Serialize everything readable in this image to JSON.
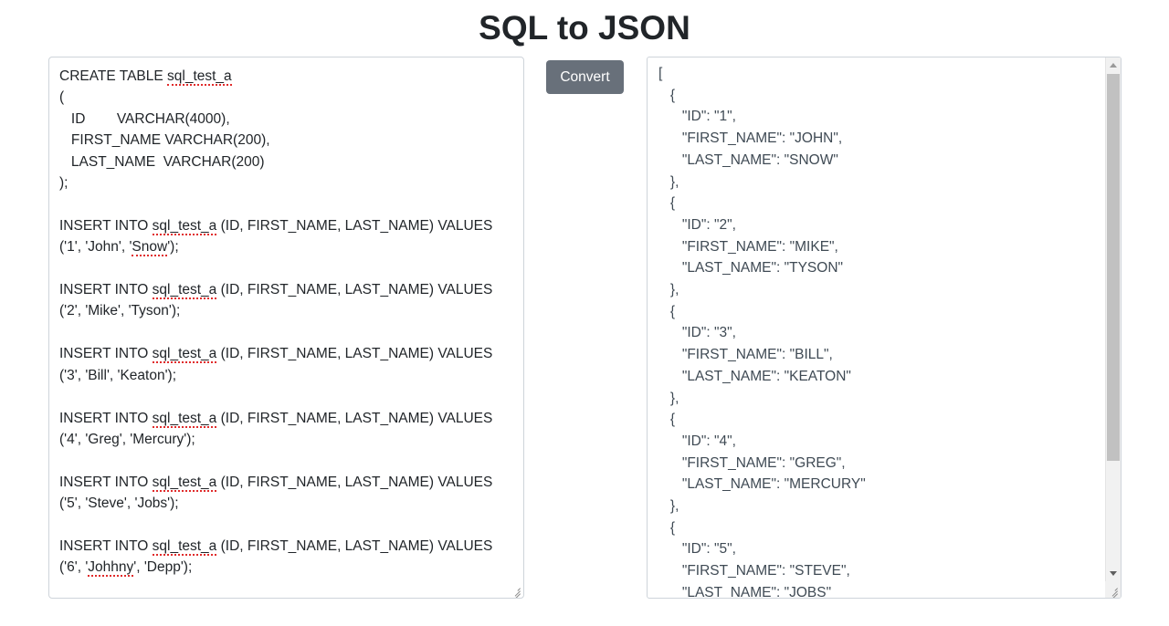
{
  "page": {
    "title": "SQL to JSON",
    "background_color": "#ffffff"
  },
  "convert_button": {
    "label": "Convert",
    "background_color": "#68707a",
    "text_color": "#ffffff"
  },
  "sql_input": {
    "name": "sql-input-textarea",
    "value": "CREATE TABLE sql_test_a\n(\n   ID        VARCHAR(4000),\n   FIRST_NAME VARCHAR(200),\n   LAST_NAME  VARCHAR(200)\n);\n\nINSERT INTO sql_test_a (ID, FIRST_NAME, LAST_NAME) VALUES ('1', 'John', 'Snow');\n\nINSERT INTO sql_test_a (ID, FIRST_NAME, LAST_NAME) VALUES ('2', 'Mike', 'Tyson');\n\nINSERT INTO sql_test_a (ID, FIRST_NAME, LAST_NAME) VALUES ('3', 'Bill', 'Keaton');\n\nINSERT INTO sql_test_a (ID, FIRST_NAME, LAST_NAME) VALUES ('4', 'Greg', 'Mercury');\n\nINSERT INTO sql_test_a (ID, FIRST_NAME, LAST_NAME) VALUES ('5', 'Steve', 'Jobs');\n\nINSERT INTO sql_test_a (ID, FIRST_NAME, LAST_NAME) VALUES ('6', 'Johhny', 'Depp');",
    "table_name": "sql_test_a",
    "columns": [
      {
        "name": "ID",
        "type": "VARCHAR(4000)"
      },
      {
        "name": "FIRST_NAME",
        "type": "VARCHAR(200)"
      },
      {
        "name": "LAST_NAME",
        "type": "VARCHAR(200)"
      }
    ],
    "rows": [
      {
        "ID": "1",
        "FIRST_NAME": "John",
        "LAST_NAME": "Snow"
      },
      {
        "ID": "2",
        "FIRST_NAME": "Mike",
        "LAST_NAME": "Tyson"
      },
      {
        "ID": "3",
        "FIRST_NAME": "Bill",
        "LAST_NAME": "Keaton"
      },
      {
        "ID": "4",
        "FIRST_NAME": "Greg",
        "LAST_NAME": "Mercury"
      },
      {
        "ID": "5",
        "FIRST_NAME": "Steve",
        "LAST_NAME": "Jobs"
      },
      {
        "ID": "6",
        "FIRST_NAME": "Johhny",
        "LAST_NAME": "Depp"
      }
    ],
    "spellcheck_underlined_words": [
      "sql_test_a",
      "Snow",
      "Johhny"
    ],
    "spellcheck_underline_color": "#e02b2b"
  },
  "json_output": {
    "name": "json-output-textarea",
    "value": "[\n   {\n      \"ID\": \"1\",\n      \"FIRST_NAME\": \"JOHN\",\n      \"LAST_NAME\": \"SNOW\"\n   },\n   {\n      \"ID\": \"2\",\n      \"FIRST_NAME\": \"MIKE\",\n      \"LAST_NAME\": \"TYSON\"\n   },\n   {\n      \"ID\": \"3\",\n      \"FIRST_NAME\": \"BILL\",\n      \"LAST_NAME\": \"KEATON\"\n   },\n   {\n      \"ID\": \"4\",\n      \"FIRST_NAME\": \"GREG\",\n      \"LAST_NAME\": \"MERCURY\"\n   },\n   {\n      \"ID\": \"5\",\n      \"FIRST_NAME\": \"STEVE\",\n      \"LAST_NAME\": \"JOBS\"",
    "records": [
      {
        "ID": "1",
        "FIRST_NAME": "JOHN",
        "LAST_NAME": "SNOW"
      },
      {
        "ID": "2",
        "FIRST_NAME": "MIKE",
        "LAST_NAME": "TYSON"
      },
      {
        "ID": "3",
        "FIRST_NAME": "BILL",
        "LAST_NAME": "KEATON"
      },
      {
        "ID": "4",
        "FIRST_NAME": "GREG",
        "LAST_NAME": "MERCURY"
      },
      {
        "ID": "5",
        "FIRST_NAME": "STEVE",
        "LAST_NAME": "JOBS"
      }
    ],
    "scroll_position": "top",
    "text_color": "#3f4a54"
  }
}
